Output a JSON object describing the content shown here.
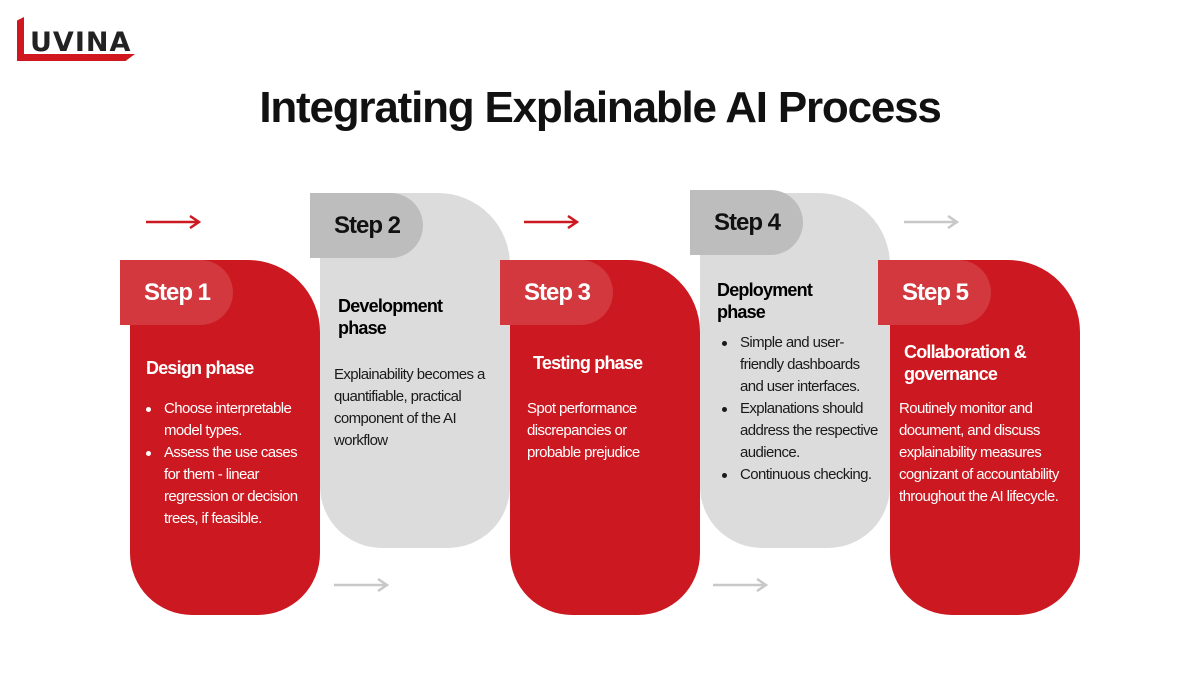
{
  "logo": {
    "text": "UVINA",
    "brand_color": "#d0161e"
  },
  "title": "Integrating Explainable AI Process",
  "steps": [
    {
      "tag": "Step 1",
      "title": "Design phase",
      "bullets": [
        "Choose interpretable model types.",
        "Assess the use cases for them - linear regression or decision trees, if feasible."
      ]
    },
    {
      "tag": "Step 2",
      "title": "Development phase",
      "text": "Explainability becomes a quantifiable, practical component of the AI workflow"
    },
    {
      "tag": "Step 3",
      "title": "Testing phase",
      "text": "Spot performance discrepancies or probable prejudice"
    },
    {
      "tag": "Step 4",
      "title": "Deployment phase",
      "bullets": [
        "Simple and user-friendly dashboards and user interfaces.",
        "Explanations should address the respective audience.",
        "Continuous checking."
      ]
    },
    {
      "tag": "Step 5",
      "title": "Collaboration & governance",
      "text": "Routinely monitor and document, and discuss explainability measures cognizant of accountability throughout the AI lifecycle."
    }
  ],
  "colors": {
    "red": "#cc1820",
    "gray": "#dcdcdc",
    "arrow_gray": "#c8c8c8"
  }
}
